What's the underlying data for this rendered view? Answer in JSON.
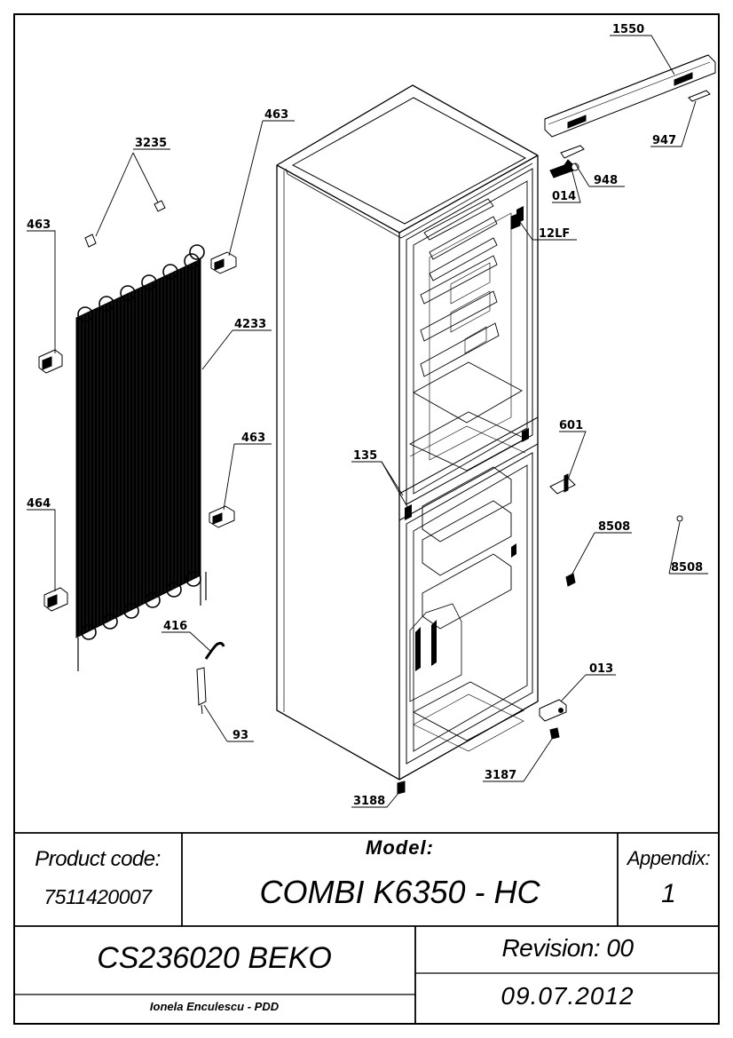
{
  "labels": {
    "p1550": "1550",
    "p947": "947",
    "p948": "948",
    "p014": "014",
    "p12lf": "12LF",
    "p463_top": "463",
    "p3235": "3235",
    "p463_left": "463",
    "p4233": "4233",
    "p463_mid": "463",
    "p464": "464",
    "p135": "135",
    "p601": "601",
    "p8508_a": "8508",
    "p8508_b": "8508",
    "p416": "416",
    "p93": "93",
    "p013": "013",
    "p3187": "3187",
    "p3188": "3188"
  },
  "title_block": {
    "product_code_label": "Product code:",
    "product_code_value": "7511420007",
    "model_label": "Model:",
    "model_value": "COMBI K6350 - HC",
    "appendix_label": "Appendix:",
    "appendix_value": "1",
    "drawing_number": "CS236020 BEKO",
    "revision": "Revision: 00",
    "author": "Ionela Enculescu - PDD",
    "date": "09.07.2012"
  }
}
